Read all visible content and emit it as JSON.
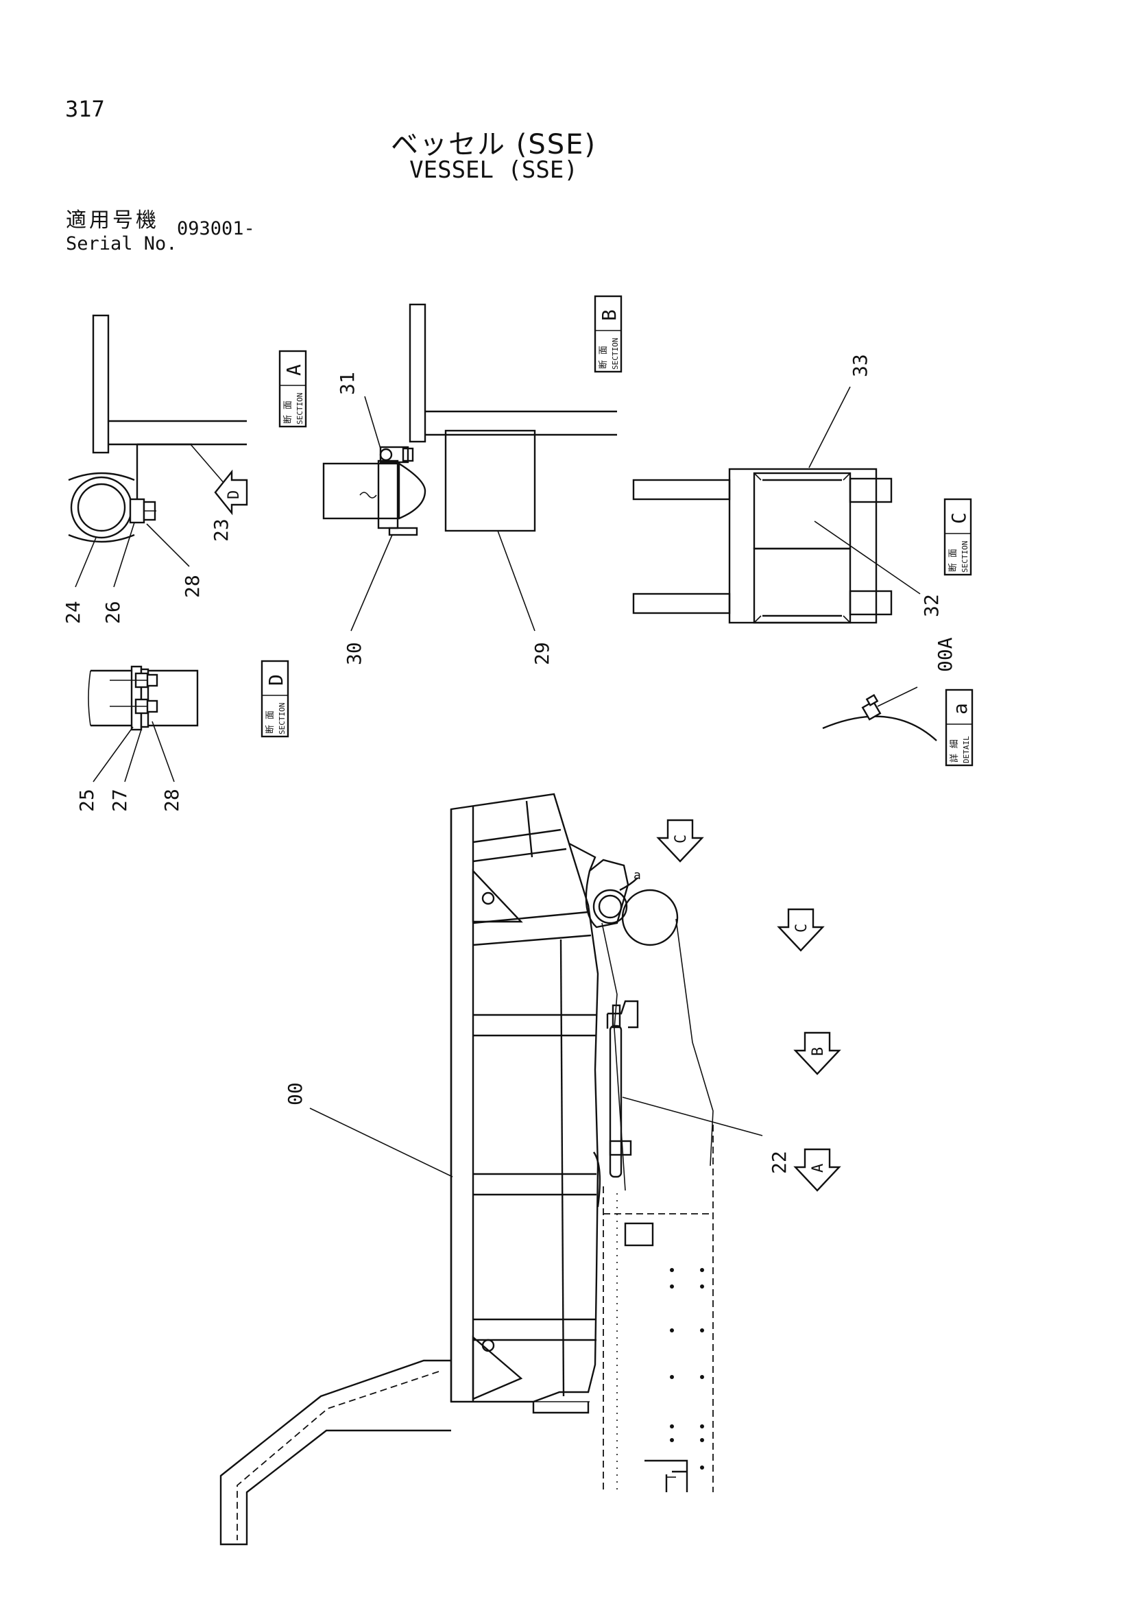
{
  "page": {
    "number": "317",
    "title_jp": "ベッセル (SSE)",
    "title_en": "VESSEL (SSE)",
    "serial_label_jp": "適用号機",
    "serial_label_en": "Serial No.",
    "serial_value": "093001-"
  },
  "part_callouts": [
    "23",
    "24",
    "26",
    "28",
    "31",
    "30",
    "29",
    "33",
    "32",
    "25",
    "27",
    "28",
    "00A",
    "22",
    "00"
  ],
  "view_tags": [
    {
      "jp": "断 面",
      "en": "SECTION",
      "letter": "A"
    },
    {
      "jp": "断 面",
      "en": "SECTION",
      "letter": "B"
    },
    {
      "jp": "断 面",
      "en": "SECTION",
      "letter": "C"
    },
    {
      "jp": "断 面",
      "en": "SECTION",
      "letter": "D"
    },
    {
      "jp": "詳 細",
      "en": "DETAIL",
      "letter": "a"
    }
  ],
  "view_arrows": [
    "D",
    "C",
    "C",
    "B",
    "A"
  ],
  "detail_mark": "a"
}
